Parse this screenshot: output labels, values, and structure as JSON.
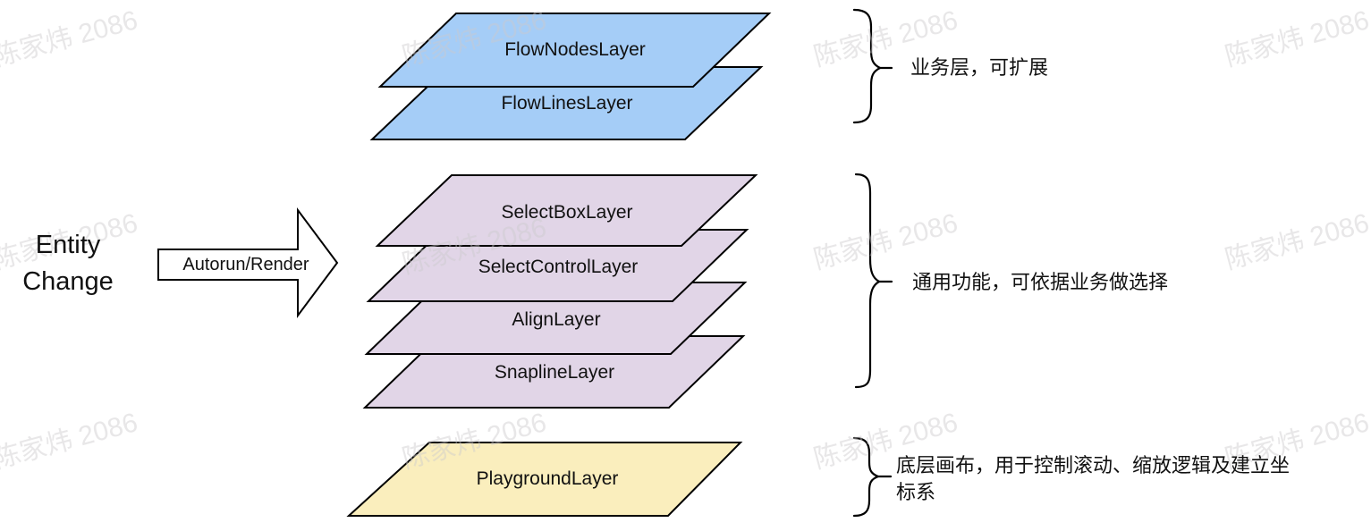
{
  "source": {
    "line1": "Entity",
    "line2": "Change"
  },
  "arrow": {
    "label": "Autorun/Render"
  },
  "groups": [
    {
      "name": "business-layers",
      "color": "#A5CDF7",
      "layers": [
        "FlowNodesLayer",
        "FlowLinesLayer"
      ],
      "annotation": "业务层，可扩展"
    },
    {
      "name": "common-layers",
      "color": "#E1D5E7",
      "layers": [
        "SelectBoxLayer",
        "SelectControlLayer",
        "AlignLayer",
        "SnaplineLayer"
      ],
      "annotation": "通用功能，可依据业务做选择"
    },
    {
      "name": "canvas-layer",
      "color": "#FAEEBD",
      "layers": [
        "PlaygroundLayer"
      ],
      "annotation": "底层画布，用于控制滚动、缩放逻辑及建立坐标系"
    }
  ],
  "watermark": {
    "text": "陈家炜 2086",
    "color": "#E6E4E5"
  },
  "stroke_color": "#000000",
  "arrow_fill": "#FFFFFF"
}
